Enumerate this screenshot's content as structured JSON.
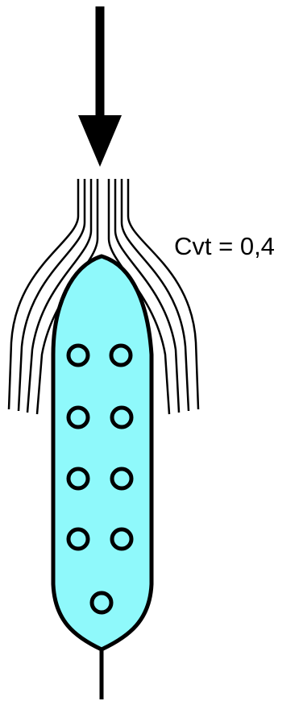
{
  "label": {
    "text": "Cvt = 0,4"
  },
  "colors": {
    "body_fill": "#8ff9fb",
    "stroke": "#000000",
    "background": "#ffffff"
  },
  "elements": {
    "arrow": "down-arrow-icon",
    "streamlines": "flow-line",
    "body": "streamlined-body",
    "holes": "hole-circle",
    "tail": "tail-line"
  },
  "hole_count": 9
}
